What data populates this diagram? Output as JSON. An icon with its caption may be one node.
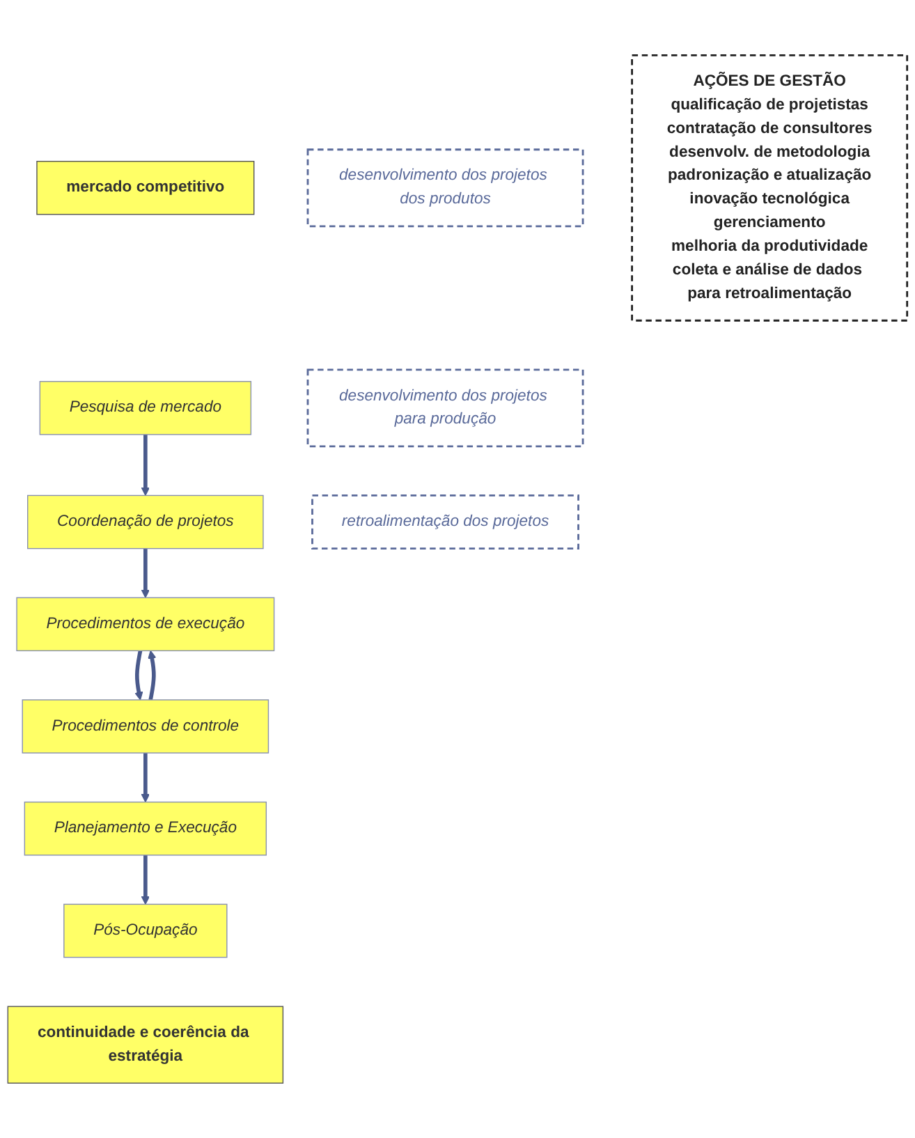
{
  "diagram": {
    "nodes": [
      {
        "text": [
          "mercado competitivo"
        ]
      },
      {
        "text": [
          "Pesquisa de mercado"
        ]
      },
      {
        "text": [
          "Coordenação de projetos"
        ]
      },
      {
        "text": [
          "Procedimentos de execução"
        ]
      },
      {
        "text": [
          "Procedimentos de controle"
        ]
      },
      {
        "text": [
          "Planejamento e Execução"
        ]
      },
      {
        "text": [
          "Pós-Ocupação"
        ]
      },
      {
        "text": [
          "continuidade e coerência da estratégia"
        ]
      },
      {
        "text": [
          "desenvolvimento dos projetos dos produtos"
        ]
      },
      {
        "text": [
          "desenvolvimento dos projetos para produção"
        ]
      },
      {
        "text": [
          "retroalimentação dos projetos"
        ]
      },
      {
        "text": [
          "AÇÕES DE GESTÃO",
          "qualificação de projetistas",
          "contratação de consultores",
          "desenvolv. de metodologia",
          "padronização e atualização",
          "inovação tecnológica",
          "gerenciamento",
          "melhoria da produtividade",
          "coleta e análise de dados para retroalimentação"
        ]
      }
    ],
    "edges": [
      {
        "from": 1,
        "to": 2,
        "arrow": "to"
      },
      {
        "from": 2,
        "to": 3,
        "arrow": "to"
      },
      {
        "from": 3,
        "to": 4,
        "arrow": "to"
      },
      {
        "from": 4,
        "to": 3,
        "arrow": "to"
      },
      {
        "from": 4,
        "to": 5,
        "arrow": "to"
      },
      {
        "from": 5,
        "to": 6,
        "arrow": "to"
      }
    ]
  }
}
